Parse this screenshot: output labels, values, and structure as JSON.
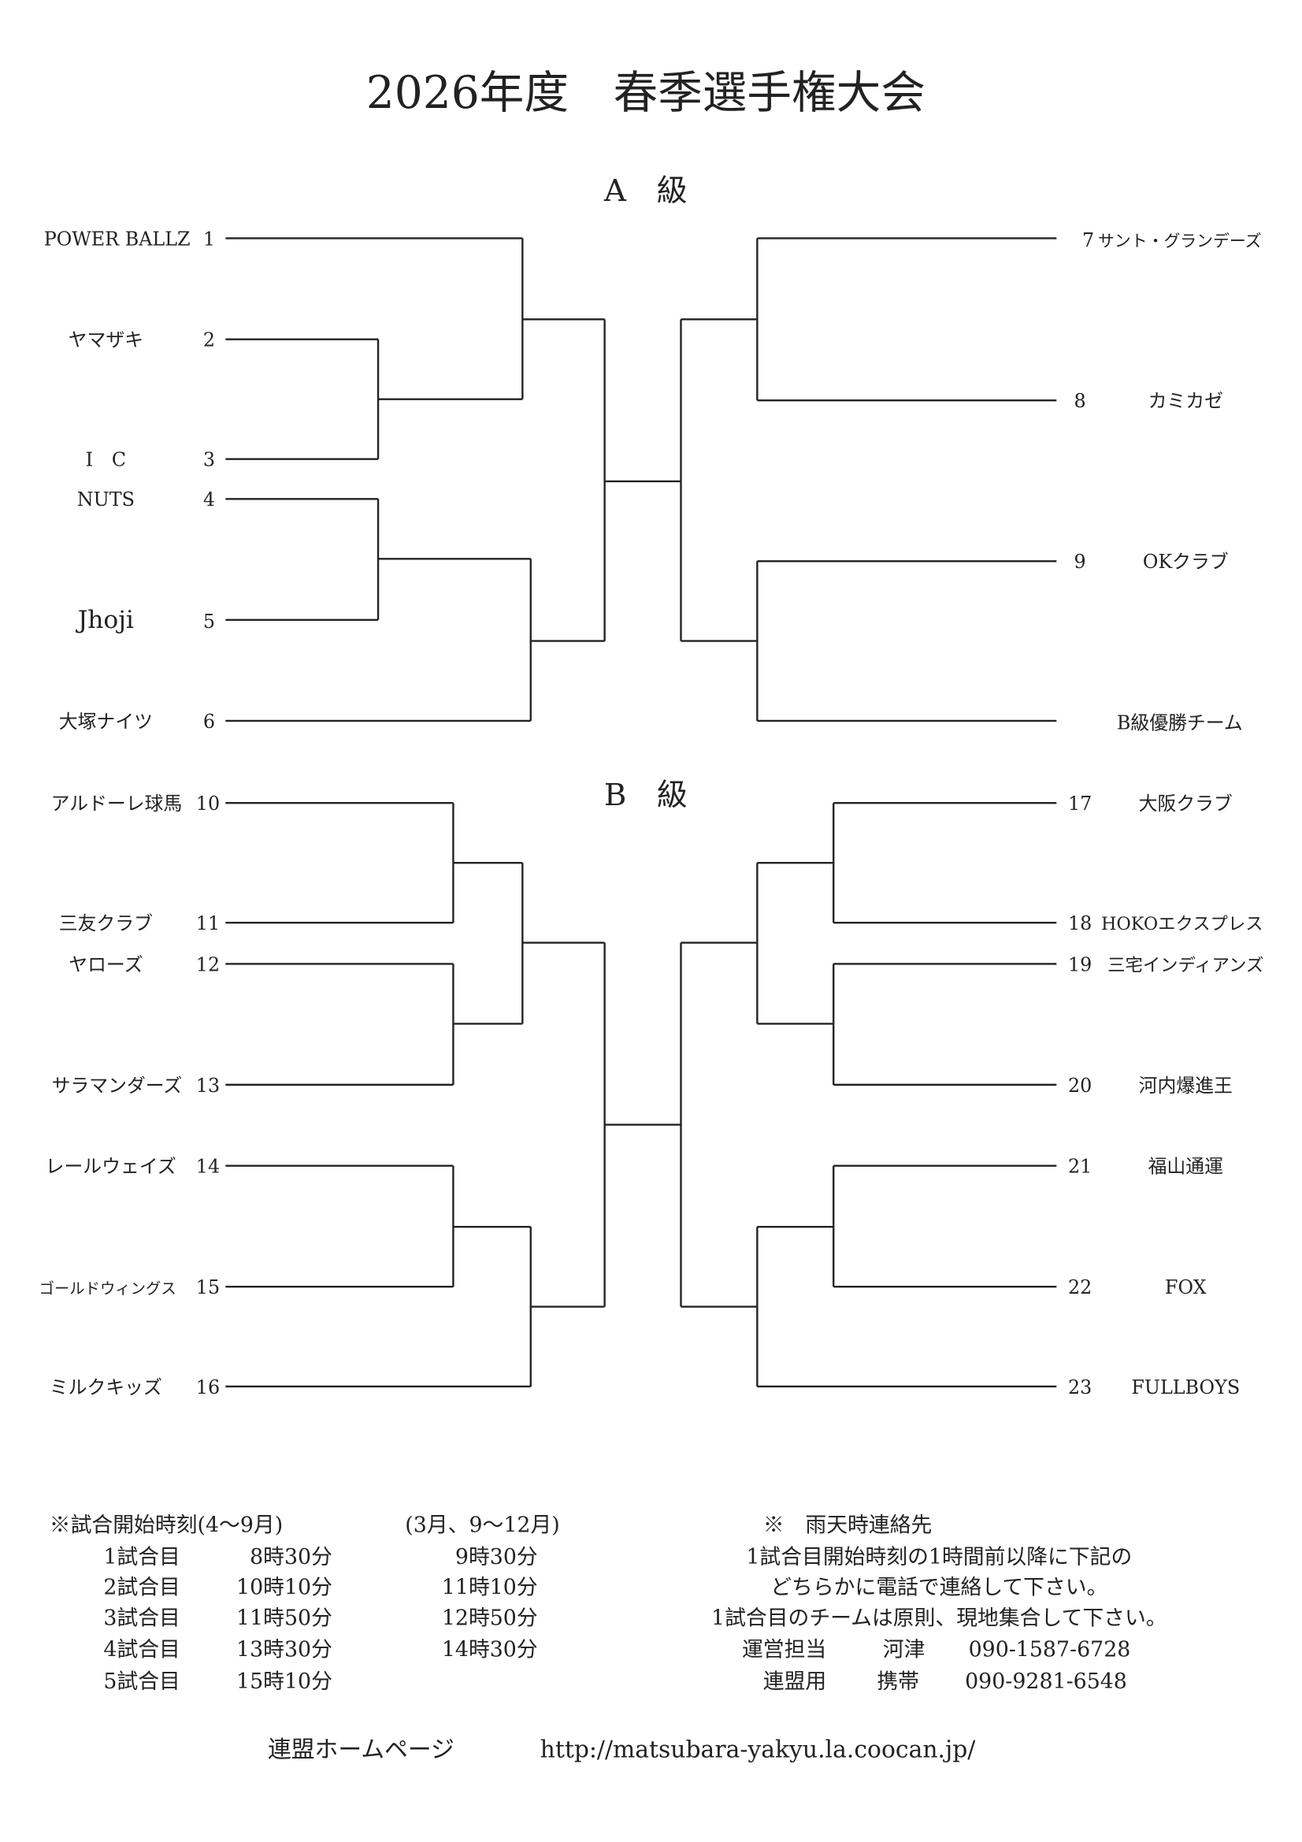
{
  "title": "2026年度　春季選手権大会",
  "class_a": {
    "heading": "A　級",
    "left": [
      {
        "no": "1",
        "name": "POWER BALLZ"
      },
      {
        "no": "2",
        "name": "ヤマザキ"
      },
      {
        "no": "3",
        "name": "I　C"
      },
      {
        "no": "4",
        "name": "NUTS"
      },
      {
        "no": "5",
        "name": "Jhoji"
      },
      {
        "no": "6",
        "name": "大塚ナイツ"
      }
    ],
    "right": [
      {
        "no": "7",
        "name": "サント・グランデーズ"
      },
      {
        "no": "8",
        "name": "カミカゼ"
      },
      {
        "no": "9",
        "name": "OKクラブ"
      },
      {
        "no": "",
        "name": "B級優勝チーム"
      }
    ]
  },
  "class_b": {
    "heading": "B　級",
    "left": [
      {
        "no": "10",
        "name": "アルドーレ球馬"
      },
      {
        "no": "11",
        "name": "三友クラブ"
      },
      {
        "no": "12",
        "name": "ヤローズ"
      },
      {
        "no": "13",
        "name": "サラマンダーズ"
      },
      {
        "no": "14",
        "name": "レールウェイズ"
      },
      {
        "no": "15",
        "name": "ゴールドウィングス"
      },
      {
        "no": "16",
        "name": "ミルクキッズ"
      }
    ],
    "right": [
      {
        "no": "17",
        "name": "大阪クラブ"
      },
      {
        "no": "18",
        "name": "HOKOエクスプレス"
      },
      {
        "no": "19",
        "name": "三宅インディアンズ"
      },
      {
        "no": "20",
        "name": "河内爆進王"
      },
      {
        "no": "21",
        "name": "福山通運"
      },
      {
        "no": "22",
        "name": "FOX"
      },
      {
        "no": "23",
        "name": "FULLBOYS"
      }
    ]
  },
  "schedule": {
    "header_main": "※試合開始時刻(4～9月)",
    "header_alt": "(3月、9～12月)",
    "rows": [
      {
        "game": "1試合目",
        "main": "8時30分",
        "alt": "9時30分"
      },
      {
        "game": "2試合目",
        "main": "10時10分",
        "alt": "11時10分"
      },
      {
        "game": "3試合目",
        "main": "11時50分",
        "alt": "12時50分"
      },
      {
        "game": "4試合目",
        "main": "13時30分",
        "alt": "14時30分"
      },
      {
        "game": "5試合目",
        "main": "15時10分",
        "alt": ""
      }
    ]
  },
  "rain": {
    "heading": "※　雨天時連絡先",
    "lines": [
      "1試合目開始時刻の1時間前以降に下記の",
      "どちらかに電話で連絡して下さい。",
      "1試合目のチームは原則、現地集合して下さい。"
    ],
    "contacts": [
      {
        "role": "運営担当",
        "name": "河津",
        "phone": "090-1587-6728"
      },
      {
        "role": "連盟用",
        "name": "携帯",
        "phone": "090-9281-6548"
      }
    ]
  },
  "footer": {
    "label": "連盟ホームページ",
    "url": "http://matsubara-yakyu.la.coocan.jp/"
  }
}
